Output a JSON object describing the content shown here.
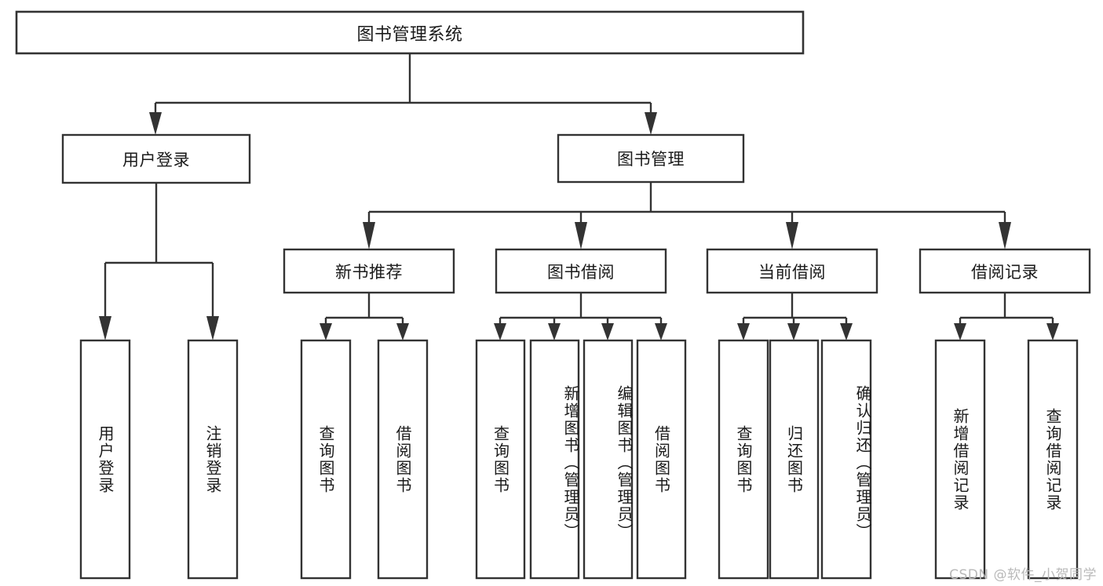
{
  "diagram": {
    "title": "图书管理系统",
    "watermark": "CSDN @软件_小贺同学",
    "colors": {
      "stroke": "#333333",
      "box_fill": "#ffffff",
      "text": "#1a1a1a",
      "watermark": "#b9b9b9",
      "background": "#ffffff"
    },
    "root": {
      "label": "图书管理系统"
    },
    "level2": [
      {
        "label": "用户登录"
      },
      {
        "label": "图书管理"
      }
    ],
    "level3": [
      {
        "label": "新书推荐"
      },
      {
        "label": "图书借阅"
      },
      {
        "label": "当前借阅"
      },
      {
        "label": "借阅记录"
      }
    ],
    "leaves": {
      "user_login": [
        {
          "label": "用户登录"
        },
        {
          "label": "注销登录"
        }
      ],
      "new_book_recommend": [
        {
          "label": "查询图书"
        },
        {
          "label": "借阅图书"
        }
      ],
      "book_borrow": [
        {
          "label": "查询图书"
        },
        {
          "label": "新增图书（管理员）"
        },
        {
          "label": "编辑图书（管理员）"
        },
        {
          "label": "借阅图书"
        }
      ],
      "current_borrow": [
        {
          "label": "查询图书"
        },
        {
          "label": "归还图书"
        },
        {
          "label": "确认归还（管理员）"
        }
      ],
      "borrow_record": [
        {
          "label": "新增借阅记录"
        },
        {
          "label": "查询借阅记录"
        }
      ]
    }
  }
}
